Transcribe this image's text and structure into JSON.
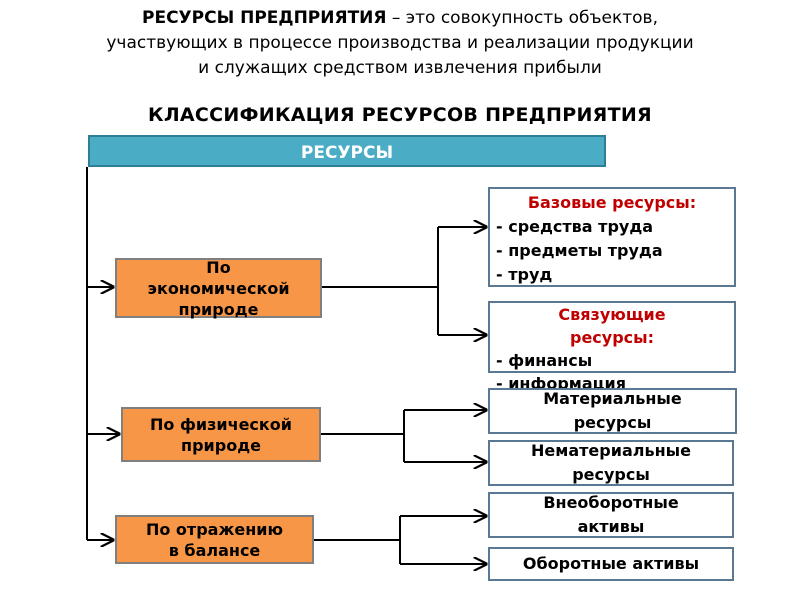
{
  "header": {
    "term": "РЕСУРСЫ ПРЕДПРИЯТИЯ",
    "definition_line1": " – это совокупность объектов,",
    "definition_line2": "участвующих в процессе производства и реализации продукции",
    "definition_line3": "и служащих средством извлечения прибыли"
  },
  "classification_title": "КЛАССИФИКАЦИЯ РЕСУРСОВ ПРЕДПРИЯТИЯ",
  "root_label": "РЕСУРСЫ",
  "categories": [
    {
      "line1": "По",
      "line2": "экономической",
      "line3": "природе"
    },
    {
      "line1": "По физической",
      "line2": "природе"
    },
    {
      "line1": "По отражению",
      "line2": "в балансе"
    }
  ],
  "leaves": {
    "basic": {
      "title": "Базовые ресурсы:",
      "items": [
        "- средства труда",
        "- предметы труда",
        "- труд"
      ]
    },
    "linking": {
      "title_line1": "Связующие",
      "title_line2": "ресурсы:",
      "items": [
        "- финансы",
        "- информация"
      ]
    },
    "material": {
      "line1": "Материальные",
      "line2": "ресурсы"
    },
    "nonmaterial": {
      "line1": "Нематериальные",
      "line2": "ресурсы"
    },
    "noncurrent": {
      "line1": "Внеоборотные",
      "line2": "активы"
    },
    "current": {
      "line1": "Оборотные активы"
    }
  },
  "colors": {
    "root_fill": "#4bacc6",
    "category_fill": "#f79646",
    "title_red": "#c00000",
    "leaf_border": "#5a7891"
  }
}
